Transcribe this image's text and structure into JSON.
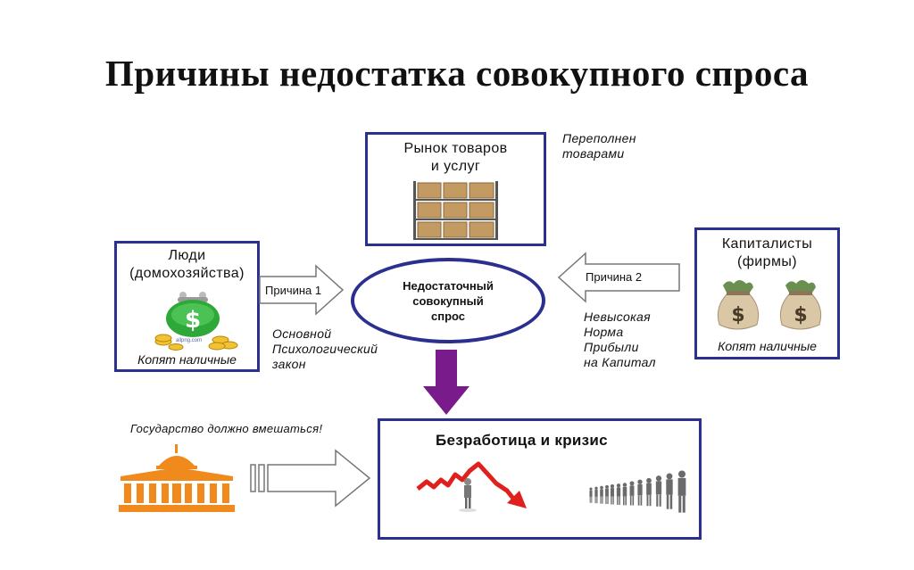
{
  "title": "Причины недостатка  совокупного спроса",
  "market": {
    "label_line1": "Рынок товаров",
    "label_line2": "и услуг",
    "note_line1": "Переполнен",
    "note_line2": "товарами"
  },
  "people": {
    "label_line1": "Люди",
    "label_line2": "(домохозяйства)",
    "caption": "Копят наличные",
    "watermark": "allpng.com"
  },
  "capitalists": {
    "label_line1": "Капиталисты",
    "label_line2": "(фирмы)",
    "caption": "Копят наличные"
  },
  "center": {
    "line1": "Недостаточный",
    "line2": "совокупный",
    "line3": "спрос"
  },
  "cause1": {
    "label": "Причина 1",
    "note_line1": "Основной",
    "note_line2": "Психологический",
    "note_line3": "закон"
  },
  "cause2": {
    "label": "Причина 2",
    "note_line1": "Невысокая",
    "note_line2": "Норма",
    "note_line3": "Прибыли",
    "note_line4": "на  Капитал"
  },
  "state_note": "Государство должно вмешаться!",
  "crisis": {
    "label": "Безработица и кризис"
  },
  "colors": {
    "box_border": "#2b2f8f",
    "down_arrow": "#7a1b8c",
    "building": "#f08a1c",
    "crisis_arrow": "#e0201c"
  },
  "icons": [
    "boxes-shelf-icon",
    "piggy-purse-icon",
    "money-bag-icon",
    "government-building-icon",
    "falling-chart-icon",
    "unemployed-queue-icon"
  ]
}
